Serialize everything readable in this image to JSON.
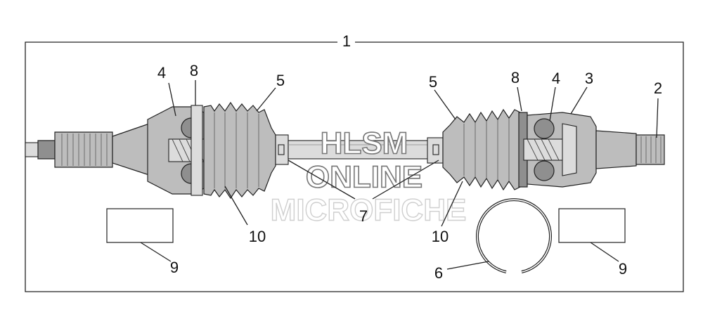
{
  "callouts": {
    "c1": "1",
    "c2": "2",
    "c3": "3",
    "c4_left": "4",
    "c4_right": "4",
    "c5_left": "5",
    "c5_right": "5",
    "c6": "6",
    "c7": "7",
    "c8_left": "8",
    "c8_right": "8",
    "c9_left": "9",
    "c9_right": "9",
    "c10_left": "10",
    "c10_right": "10"
  },
  "watermark": {
    "line1": "HLSM",
    "line2": "ONLINE",
    "line3": "MICROFICHE"
  }
}
